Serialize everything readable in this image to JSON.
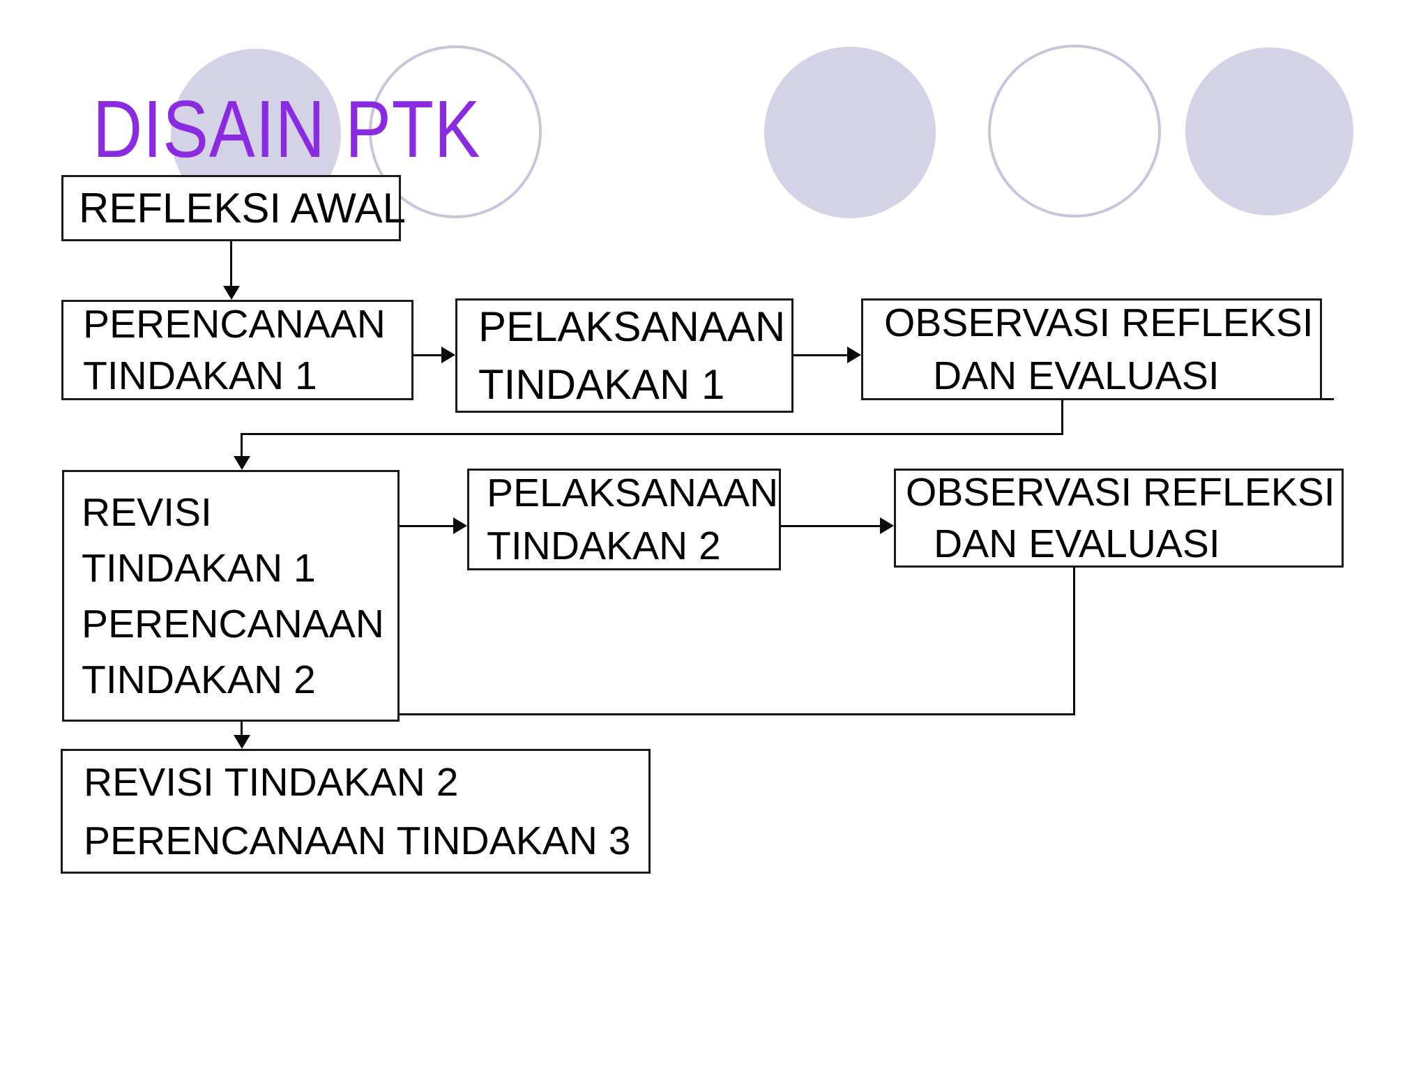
{
  "slide": {
    "title": "DISAIN PTK",
    "title_color": "#8A2BE2",
    "background_color": "#FFFFFF",
    "circle_fill_color": "#D4D2E6",
    "circle_outline_color": "#C7C5DB",
    "line_color": "#0A0A0A",
    "node_border_color": "#1A1A1A"
  },
  "nodes": {
    "refleksi_awal": {
      "lines": [
        "REFLEKSI AWAL"
      ]
    },
    "perencanaan_tindakan_1": {
      "lines": [
        "PERENCANAAN",
        "TINDAKAN 1"
      ]
    },
    "pelaksanaan_tindakan_1": {
      "lines": [
        "PELAKSANAAN",
        "TINDAKAN 1"
      ]
    },
    "observasi_refleksi_1": {
      "lines": [
        "OBSERVASI REFLEKSI",
        "DAN EVALUASI"
      ]
    },
    "revisi_tindakan_1": {
      "lines": [
        "REVISI",
        "TINDAKAN 1",
        "PERENCANAAN",
        "TINDAKAN 2"
      ]
    },
    "pelaksanaan_tindakan_2": {
      "lines": [
        "PELAKSANAAN",
        "TINDAKAN 2"
      ]
    },
    "observasi_refleksi_2": {
      "lines": [
        "OBSERVASI REFLEKSI",
        "DAN EVALUASI"
      ]
    },
    "revisi_tindakan_2": {
      "lines": [
        "REVISI TINDAKAN 2",
        "PERENCANAAN TINDAKAN 3"
      ]
    }
  },
  "flow": {
    "edges": [
      "refleksi_awal -> perencanaan_tindakan_1",
      "perencanaan_tindakan_1 -> pelaksanaan_tindakan_1",
      "pelaksanaan_tindakan_1 -> observasi_refleksi_1",
      "observasi_refleksi_1 -> revisi_tindakan_1",
      "revisi_tindakan_1 -> pelaksanaan_tindakan_2",
      "pelaksanaan_tindakan_2 -> observasi_refleksi_2",
      "observasi_refleksi_2 -> revisi_tindakan_2"
    ]
  }
}
